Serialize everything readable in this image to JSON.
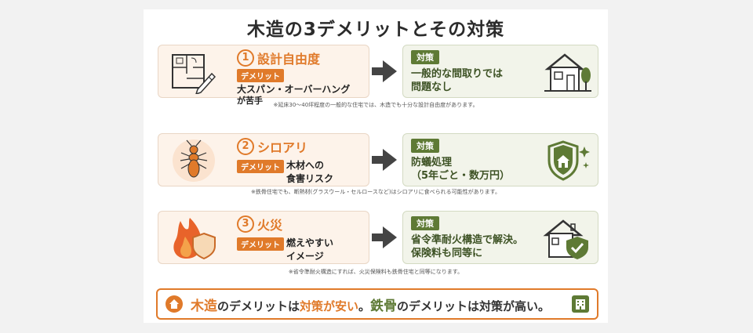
{
  "title": "木造の3デメリットとその対策",
  "rows": [
    {
      "number": "1",
      "demerit_title": "設計自由度",
      "tag": "デメリット",
      "desc_line1": "大スパン・オーバーハング",
      "desc_line2": "が苦手",
      "solution_tag": "対策",
      "solution_line1": "一般的な間取りでは",
      "solution_line2": "問題なし",
      "note": "※延床30〜40坪程度の一般的な住宅では、木造でも十分な設計自由度があります。",
      "left_icon": "floorplan-pencil-icon",
      "right_icon": "house-tree-icon"
    },
    {
      "number": "2",
      "demerit_title": "シロアリ",
      "tag": "デメリット",
      "desc_line1": "木材への",
      "desc_line2": "食害リスク",
      "solution_tag": "対策",
      "solution_line1": "防蟻処理",
      "solution_line2": "（5年ごと・数万円）",
      "note": "※鉄骨住宅でも、断熱材(グラスウール・セルロースなど)はシロアリに食べられる可能性があります。",
      "left_icon": "termite-icon",
      "right_icon": "shield-house-icon"
    },
    {
      "number": "3",
      "demerit_title": "火災",
      "tag": "デメリット",
      "desc_line1": "燃えやすい",
      "desc_line2": "イメージ",
      "solution_tag": "対策",
      "solution_line1": "省令準耐火構造で解決。",
      "solution_line2": "保険料も同等に",
      "note": "※省令準耐火構造にすれば、火災保険料も鉄骨住宅と同等になります。",
      "left_icon": "fire-shield-icon",
      "right_icon": "house-check-icon"
    }
  ],
  "footer": {
    "wood": "木造",
    "part1": "のデメリットは",
    "cheap": "対策が安い",
    "part2": "。",
    "steel": "鉄骨",
    "part3": "のデメリットは対策が高い。",
    "left_icon": "house-icon",
    "right_icon": "building-icon"
  },
  "colors": {
    "accent": "#e07a2a",
    "green": "#5e7a35",
    "left_bg": "#fdf3ea",
    "right_bg": "#f2f4ea"
  }
}
